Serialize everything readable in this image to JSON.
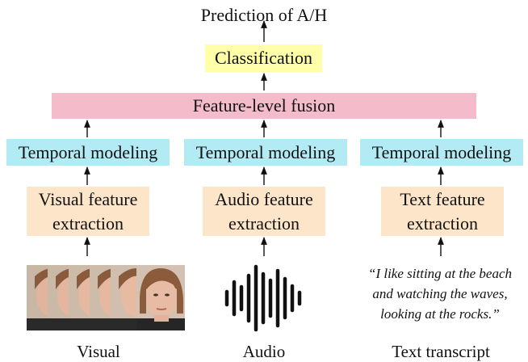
{
  "output": {
    "label": "Prediction of A/H"
  },
  "classification": {
    "label": "Classification"
  },
  "fusion": {
    "label": "Feature-level fusion"
  },
  "branches": [
    {
      "temporal": "Temporal modeling",
      "feature_line1": "Visual feature",
      "feature_line2": "extraction",
      "caption": "Visual"
    },
    {
      "temporal": "Temporal modeling",
      "feature_line1": "Audio feature",
      "feature_line2": "extraction",
      "caption": "Audio"
    },
    {
      "temporal": "Temporal modeling",
      "feature_line1": "Text feature",
      "feature_line2": "extraction",
      "caption": "Text transcript"
    }
  ],
  "transcript": {
    "line1": "“I like sitting at the beach",
    "line2": "and watching the waves,",
    "line3": "looking at the rocks.”"
  },
  "inputs": {
    "visual_icon": "face-video-frames-icon",
    "audio_icon": "audio-waveform-icon"
  },
  "colors": {
    "classification": "#ffffaa",
    "fusion": "#f4bccb",
    "temporal": "#b3ebf5",
    "feature": "#fde5c9"
  }
}
